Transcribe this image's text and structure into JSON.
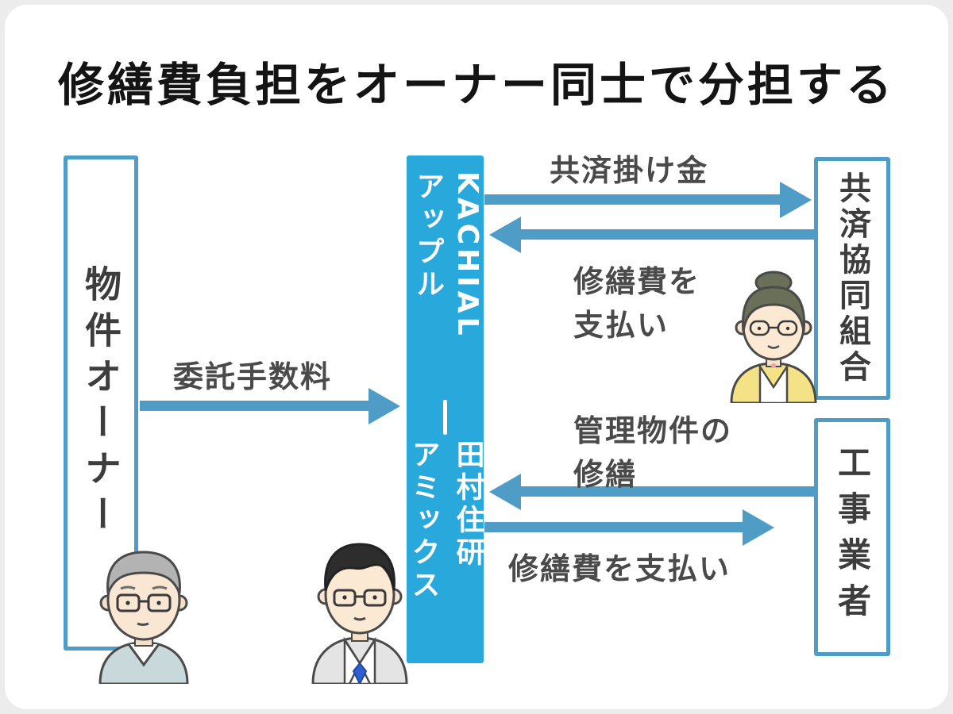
{
  "title": "修繕費負担をオーナー同士で分担する",
  "colors": {
    "arrow_blue": "#4f9cc7",
    "center_box_fill": "#29a8dc",
    "box_border": "#4f9cc7",
    "label_gray": "#4a4a4a",
    "title_black": "#141414"
  },
  "boxes": {
    "owner": {
      "label": "物件オーナー"
    },
    "center": {
      "brand": "KACHIAL",
      "brand_kana": "アップル",
      "company": "田村住研",
      "company_kana": "アミックス"
    },
    "kyosai": {
      "label": "共済協同組合"
    },
    "koji": {
      "label": "工事業者"
    }
  },
  "arrows": {
    "itaku": {
      "label": "委託手数料",
      "direction": "right"
    },
    "kakekin": {
      "label": "共済掛け金",
      "direction": "right"
    },
    "pay_top": {
      "label": "修繕費を\n支払い",
      "direction": "left"
    },
    "kanri": {
      "label": "管理物件の\n修繕",
      "direction": "left"
    },
    "pay_bottom": {
      "label": "修繕費を支払い",
      "direction": "right"
    }
  },
  "illustrations": {
    "owner": "elderly-man-glasses",
    "agent": "businessman-glasses-suit",
    "staff": "woman-glasses-yellow-cardigan"
  }
}
